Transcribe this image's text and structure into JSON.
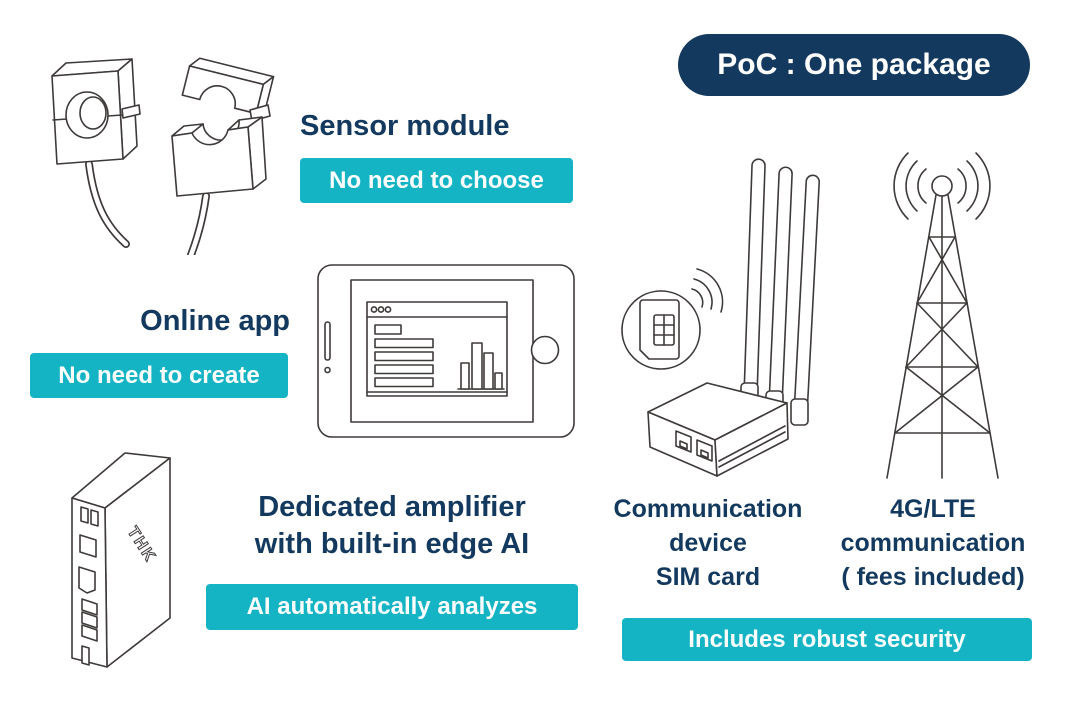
{
  "colors": {
    "navy": "#14395e",
    "teal": "#14b4c4",
    "line_art": "#3e3a39",
    "text_on_badge": "#ffffff"
  },
  "poc_badge": {
    "label": "PoC : One package"
  },
  "sensor_module": {
    "title": "Sensor module",
    "badge": "No need to choose"
  },
  "online_app": {
    "title": "Online app",
    "badge": "No need to create"
  },
  "amplifier": {
    "title_line1": "Dedicated amplifier",
    "title_line2": "with built-in edge AI",
    "badge": "AI automatically analyzes",
    "device_logo": "THK"
  },
  "communication_device": {
    "lines": [
      "Communication",
      "device",
      "SIM card"
    ]
  },
  "lte": {
    "lines": [
      "4G/LTE",
      "communication",
      "( fees included)"
    ]
  },
  "security_badge": {
    "label": "Includes robust security"
  },
  "illustrations": [
    "split-core-sensor-clamps",
    "tablet-with-dashboard",
    "edge-ai-amplifier-box",
    "lte-router-with-sim",
    "radio-tower"
  ]
}
